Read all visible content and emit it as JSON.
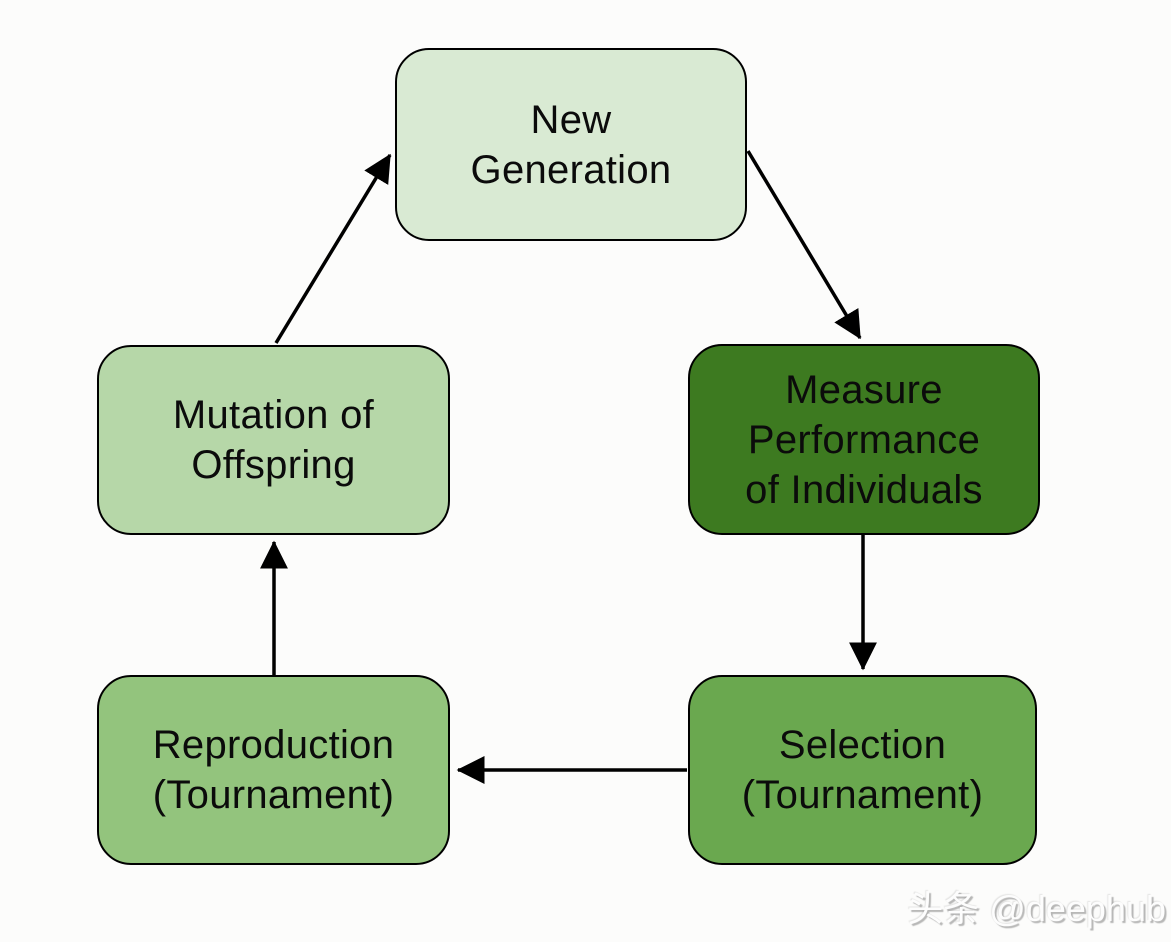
{
  "diagram": {
    "nodes": [
      {
        "id": "new-generation",
        "label": "New\nGeneration",
        "fill": "#d9ead3",
        "text_color": "#0b0b0b"
      },
      {
        "id": "measure-performance",
        "label": "Measure\nPerformance\nof Individuals",
        "fill": "#3d7a20",
        "text_color": "#0b0b0b"
      },
      {
        "id": "selection",
        "label": "Selection\n(Tournament)",
        "fill": "#6aa84f",
        "text_color": "#0b0b0b"
      },
      {
        "id": "reproduction",
        "label": "Reproduction\n(Tournament)",
        "fill": "#93c47d",
        "text_color": "#0b0b0b"
      },
      {
        "id": "mutation-of-offspring",
        "label": "Mutation of\nOffspring",
        "fill": "#b6d7a8",
        "text_color": "#0b0b0b"
      }
    ],
    "edges": [
      {
        "from": "new-generation",
        "to": "measure-performance"
      },
      {
        "from": "measure-performance",
        "to": "selection"
      },
      {
        "from": "selection",
        "to": "reproduction"
      },
      {
        "from": "reproduction",
        "to": "mutation-of-offspring"
      },
      {
        "from": "mutation-of-offspring",
        "to": "new-generation"
      }
    ],
    "colors": {
      "background": "#fcfcfb",
      "node_border": "#000000",
      "arrow": "#000000"
    }
  },
  "watermark": {
    "text": "头条 @deephub"
  }
}
